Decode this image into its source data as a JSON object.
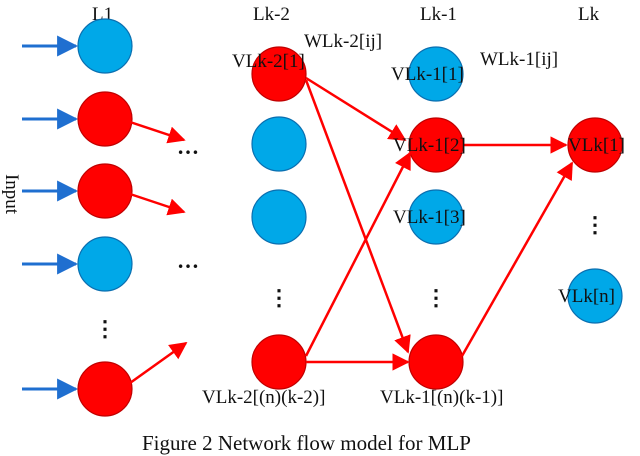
{
  "layers": {
    "l1": "L1",
    "lk2": "Lk-2",
    "lk1": "Lk-1",
    "lk": "Lk"
  },
  "weights": {
    "w_k2": "WLk-2[ij]",
    "w_k1": "WLk-1[ij]"
  },
  "nodes": {
    "k2_first": "VLk-2[1]",
    "k2_last": "VLk-2[(n)(k-2)]",
    "k1_first": "VLk-1[1]",
    "k1_second": "VLk-1[2]",
    "k1_third": "VLk-1[3]",
    "k1_last": "VLk-1[(n)(k-1)]",
    "k_first": "VLk[1]",
    "k_last": "VLk[n]"
  },
  "input_label": "Input",
  "ellipsis_h": "…",
  "ellipsis_v": "⋮",
  "caption": "Figure 2 Network flow model for MLP",
  "colors": {
    "red": "#ff0000",
    "red_dark": "#c00000",
    "blue": "#00a8e8",
    "blue_dark": "#0a6fb0",
    "input_arrow": "#1f6fd0"
  }
}
